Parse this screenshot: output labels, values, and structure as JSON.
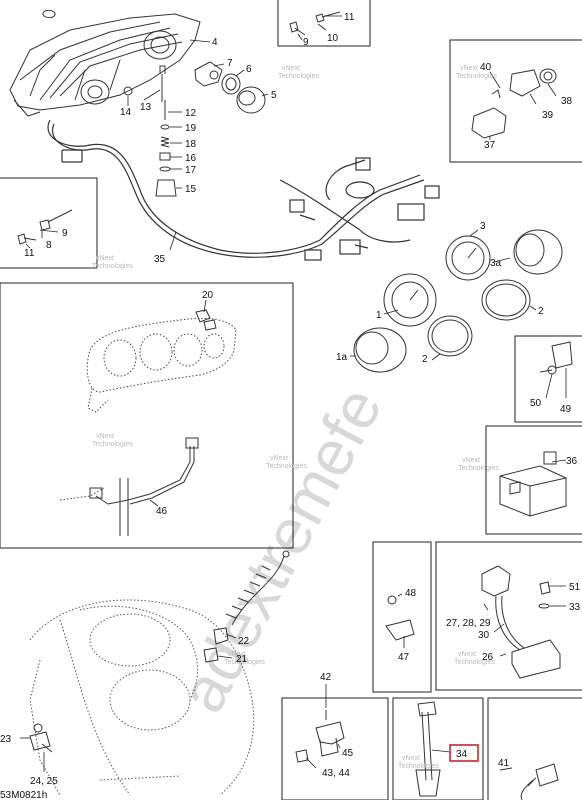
{
  "diagram": {
    "drawing_code": "53M0821h",
    "highlighted_callout": "34",
    "watermark_big": "adextremefe",
    "watermark_small_1": "vNext",
    "watermark_small_2": "Technologies",
    "highlight_color": "#c62828"
  },
  "callouts": {
    "c4": "4",
    "c11a": "11",
    "c9a": "9",
    "c10": "10",
    "c7": "7",
    "c6": "6",
    "c5": "5",
    "c14": "14",
    "c13": "13",
    "c12": "12",
    "c19": "19",
    "c18": "18",
    "c16": "16",
    "c17": "17",
    "c15": "15",
    "c9b": "9",
    "c11b": "11",
    "c8": "8",
    "c35": "35",
    "c40": "40",
    "c38": "38",
    "c39": "39",
    "c37": "37",
    "c3": "3",
    "c3a": "3a",
    "c2a": "2",
    "c1": "1",
    "c2b": "2",
    "c1a": "1a",
    "c20": "20",
    "c46": "46",
    "c50": "50",
    "c49": "49",
    "c36": "36",
    "c48": "48",
    "c47": "47",
    "c51": "51",
    "c33": "33",
    "c272829": "27, 28, 29",
    "c30": "30",
    "c26": "26",
    "c22": "22",
    "c21": "21",
    "c42": "42",
    "c45": "45",
    "c4344": "43, 44",
    "c34": "34",
    "c41": "41",
    "c23": "23",
    "c2425": "24, 25"
  }
}
